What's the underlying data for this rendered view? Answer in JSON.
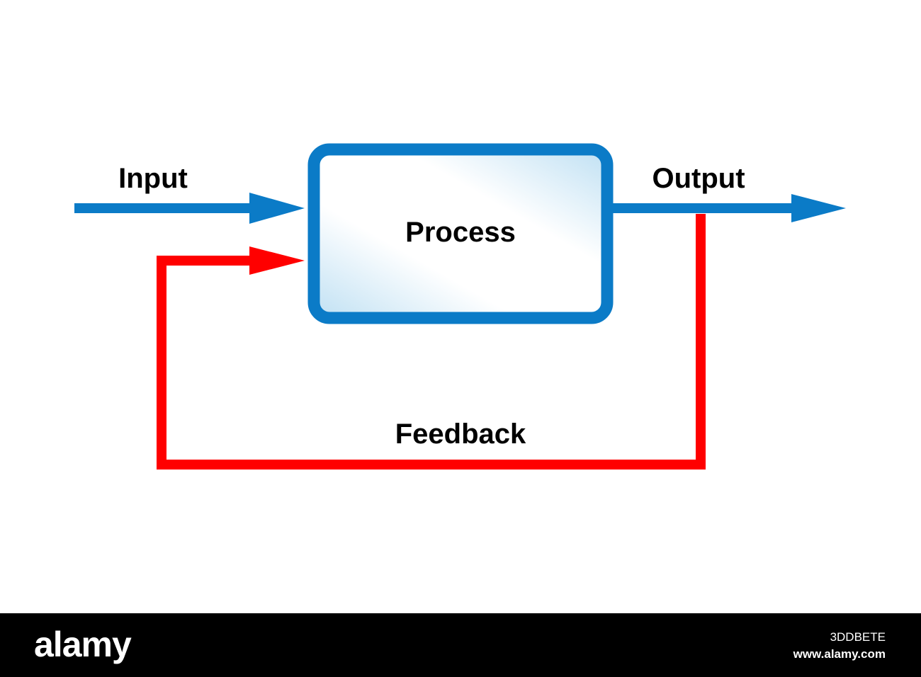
{
  "diagram": {
    "nodes": {
      "process": {
        "label": "Process"
      }
    },
    "edges": {
      "input": {
        "label": "Input"
      },
      "output": {
        "label": "Output"
      },
      "feedback": {
        "label": "Feedback"
      }
    },
    "colors": {
      "flow_blue": "#0b7bc7",
      "feedback_red": "#ff0000",
      "box_fill_highlight": "#cde6f5",
      "text": "#000000"
    }
  },
  "footer": {
    "logo": "alamy",
    "image_id": "3DDBETE",
    "url": "www.alamy.com"
  }
}
